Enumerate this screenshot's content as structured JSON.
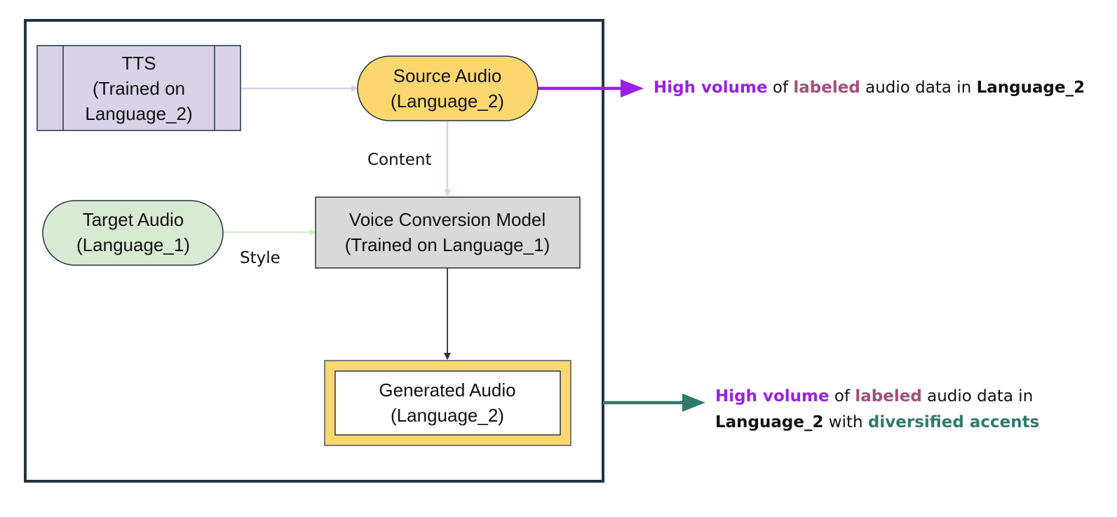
{
  "nodes": {
    "tts": {
      "lines": [
        "TTS",
        "(Trained on",
        "Language_2)"
      ]
    },
    "source_audio": {
      "lines": [
        "Source Audio",
        "(Language_2)"
      ]
    },
    "target_audio": {
      "lines": [
        "Target Audio",
        "(Language_1)"
      ]
    },
    "voice_conversion": {
      "lines": [
        "Voice Conversion Model",
        "(Trained on Language_1)"
      ]
    },
    "generated_audio": {
      "lines": [
        "Generated Audio",
        "(Language_2)"
      ]
    }
  },
  "edge_labels": {
    "content": "Content",
    "style": "Style"
  },
  "notes": {
    "top": {
      "part1": "High volume",
      "part2": " of ",
      "part3": "labeled",
      "part4": " audio data in ",
      "part5": "Language_2"
    },
    "bottom": {
      "part1": "High volume",
      "part2": " of ",
      "part3": "labeled",
      "part4": " audio data in",
      "part5": "Language_2",
      "part6": " with ",
      "part7": "diversified accents"
    }
  },
  "colors": {
    "frame": "#233340",
    "tts_fill": "#d9d2e9",
    "source_fill": "#fcd770",
    "target_fill": "#d9ead3",
    "vc_fill": "#d9d9d9",
    "generated_outer": "#fcd770",
    "purple_accent": "#9a20e8",
    "teal_accent": "#2f7a6c"
  }
}
